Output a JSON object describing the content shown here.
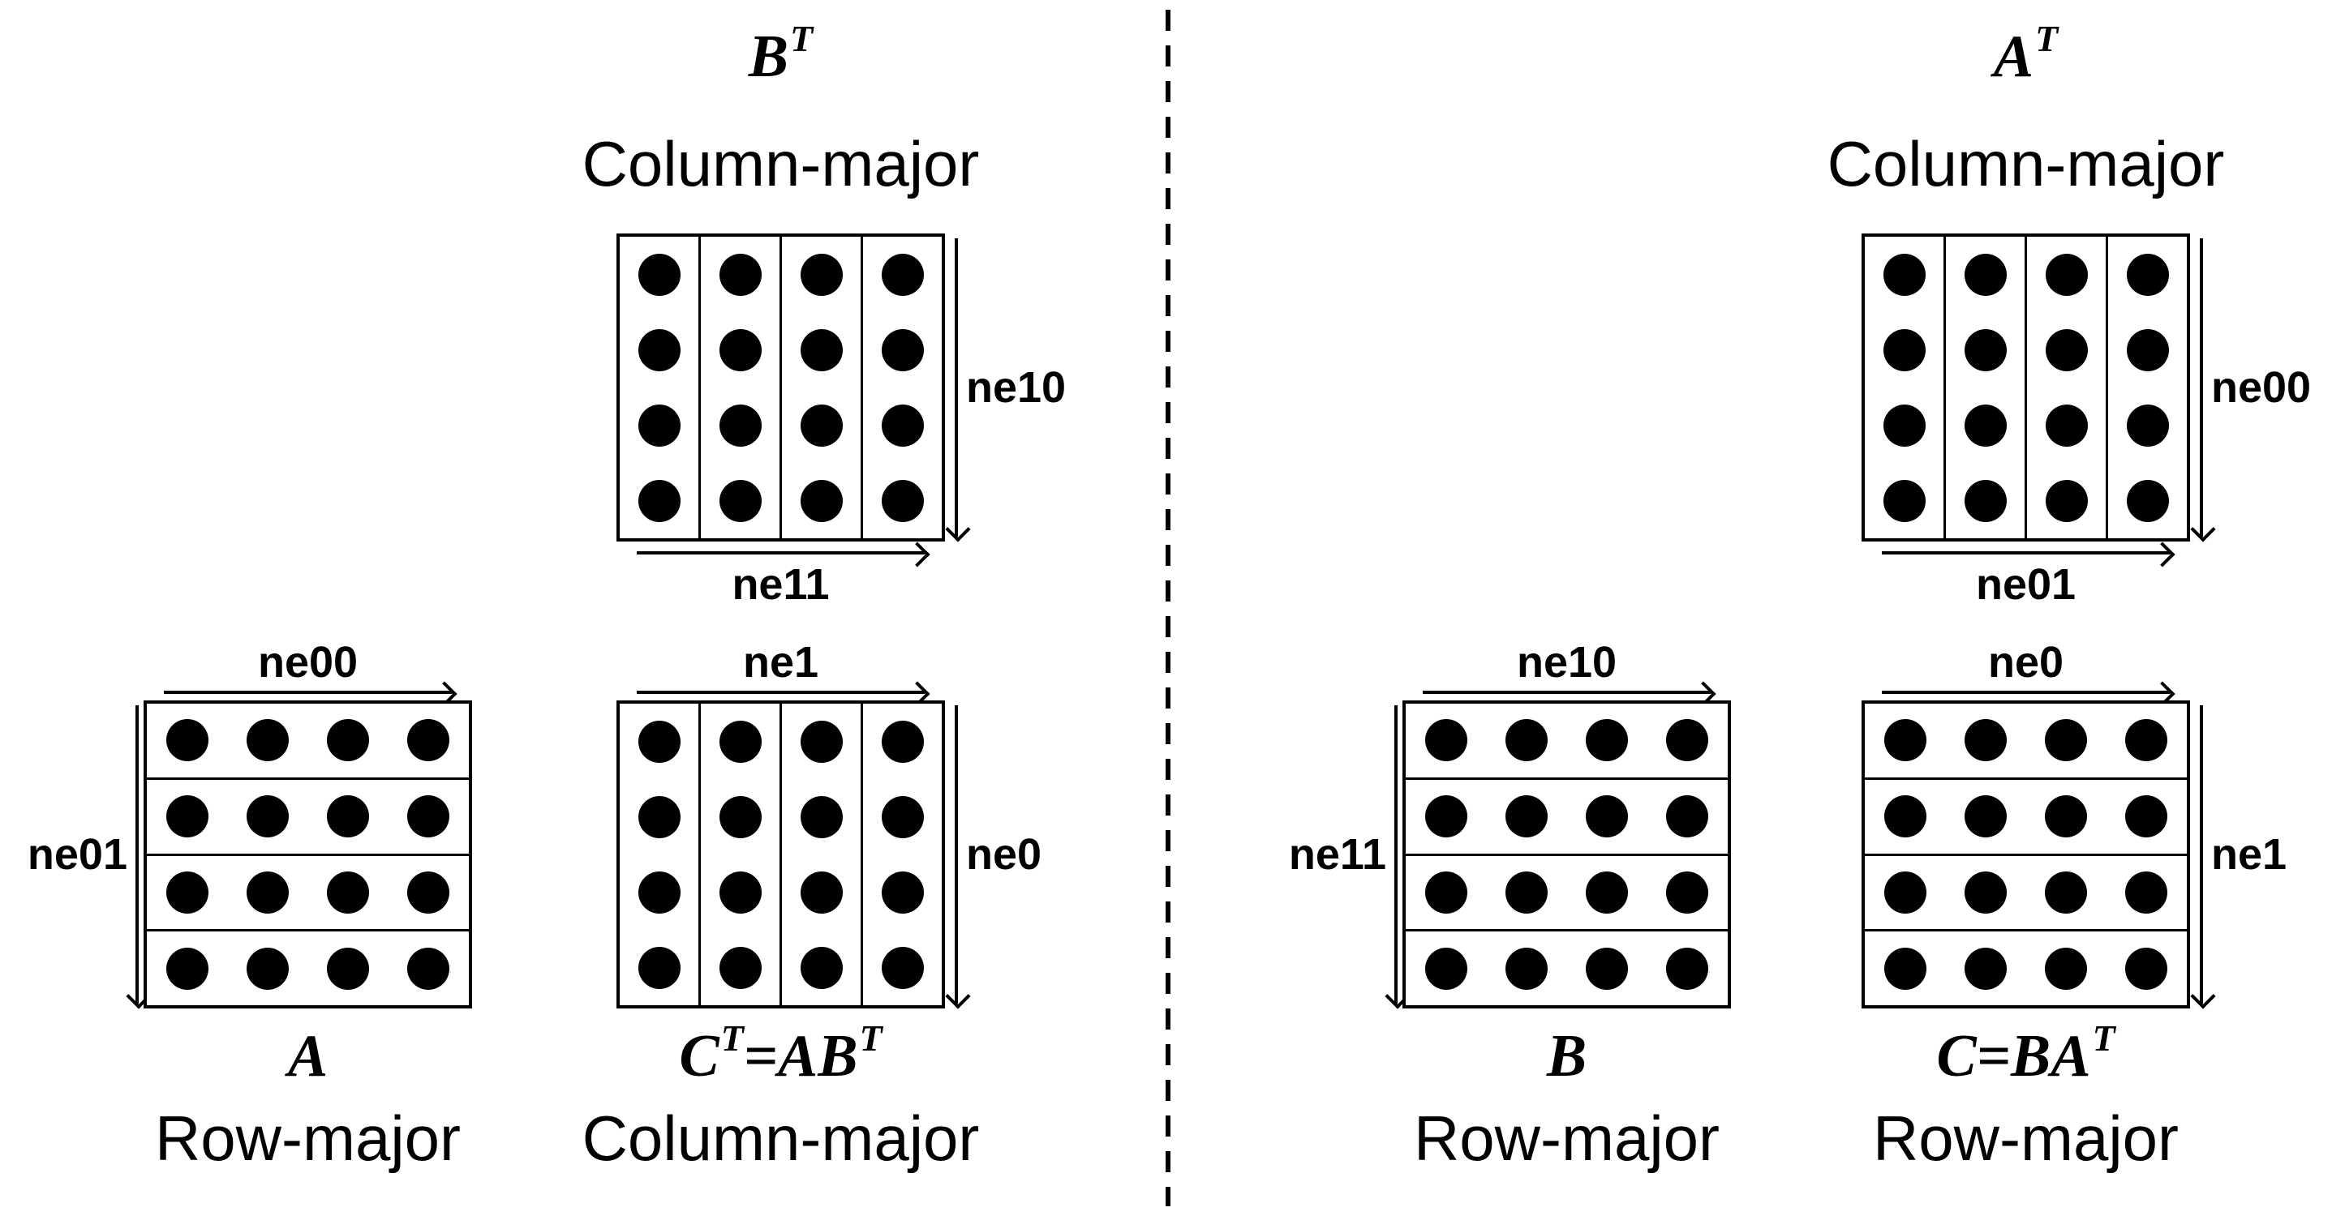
{
  "figure": {
    "left_panel": {
      "top": {
        "title_parts": [
          {
            "t": "B"
          },
          {
            "t": "T",
            "sup": true
          }
        ],
        "layout": "Column-major",
        "matrix": {
          "orientation": "column-major",
          "rows": 4,
          "cols": 4
        },
        "right_label": "ne10",
        "bottom_label": "ne11"
      },
      "bottom_left": {
        "top_label": "ne00",
        "left_label": "ne01",
        "matrix": {
          "orientation": "row-major",
          "rows": 4,
          "cols": 4
        },
        "caption_parts": [
          {
            "t": "A"
          }
        ],
        "layout": "Row-major"
      },
      "bottom_right": {
        "top_label": "ne1",
        "right_label": "ne0",
        "matrix": {
          "orientation": "column-major",
          "rows": 4,
          "cols": 4
        },
        "caption_parts": [
          {
            "t": "C"
          },
          {
            "t": "T",
            "sup": true
          },
          {
            "t": "=AB"
          },
          {
            "t": "T",
            "sup": true
          }
        ],
        "layout": "Column-major"
      }
    },
    "right_panel": {
      "top": {
        "title_parts": [
          {
            "t": "A"
          },
          {
            "t": "T",
            "sup": true
          }
        ],
        "layout": "Column-major",
        "matrix": {
          "orientation": "column-major",
          "rows": 4,
          "cols": 4
        },
        "right_label": "ne00",
        "bottom_label": "ne01"
      },
      "bottom_left": {
        "top_label": "ne10",
        "left_label": "ne11",
        "matrix": {
          "orientation": "row-major",
          "rows": 4,
          "cols": 4
        },
        "caption_parts": [
          {
            "t": "B"
          }
        ],
        "layout": "Row-major"
      },
      "bottom_right": {
        "top_label": "ne0",
        "right_label": "ne1",
        "matrix": {
          "orientation": "row-major",
          "rows": 4,
          "cols": 4
        },
        "caption_parts": [
          {
            "t": "C"
          },
          {
            "t": "=BA"
          },
          {
            "t": "T",
            "sup": true
          }
        ],
        "layout": "Row-major"
      }
    }
  }
}
